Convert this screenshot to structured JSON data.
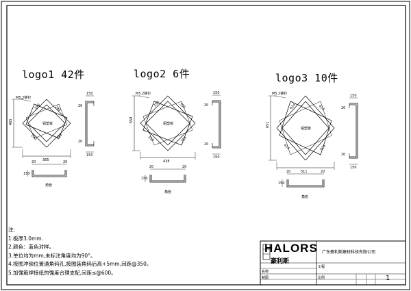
{
  "drawing": {
    "titles": [
      "logo1  42件",
      "logo2  6件",
      "logo3  10件"
    ],
    "notes_label": "注:",
    "notes": [
      "1.板厚3.0mm.",
      "2.颜色：蓝色对样。",
      "3.单位均为mm,未标注角度均为90°。",
      "4.按图冲铆位置通角码孔,按图装角码后高+5mm,间距@350。",
      "5.加强筋焊接纸的强度合理支配,间距≤@600。"
    ],
    "logo1": {
      "height": "465",
      "width": "365",
      "edges": [
        "290",
        "290",
        "290",
        "290"
      ],
      "note": "M5.2铆钉",
      "center": "铝塑板",
      "profile_top": "150",
      "profile_bottom": "150",
      "profile_gap_top": "20",
      "profile_gap_bottom": "20",
      "section_left": "150",
      "section_flange_l": "20",
      "section_flange_r": "20",
      "section_label": "角管"
    },
    "logo2": {
      "height": "558",
      "width": "438",
      "edges": [
        "355",
        "355",
        "355",
        "355"
      ],
      "note": "M5.2铆钉",
      "center": "铝塑板",
      "profile_top": "150",
      "profile_bottom": "150",
      "profile_gap_top": "20",
      "profile_gap_bottom": "20",
      "section_left": "150",
      "section_flange_l": "20",
      "section_flange_r": "20",
      "section_label": "角管"
    },
    "logo3": {
      "height": "651",
      "width": "511",
      "edges": [
        "414",
        "414",
        "414",
        "414"
      ],
      "note": "M5.2铆钉",
      "center": "铝塑板",
      "profile_top": "150",
      "profile_bottom": "150",
      "profile_gap_top": "20",
      "profile_gap_bottom": "20",
      "section_left": "150",
      "section_flange_l": "20",
      "section_flange_r": "20",
      "section_label": "角管"
    }
  },
  "title_block": {
    "brand": "HALORS",
    "brand_sub": "豪利斯",
    "company": "广东豪利斯建材科技有限公司",
    "field_project": "工程",
    "field_name": "名称",
    "field_drawn": "制图",
    "field_scale": "比例",
    "sheet": "1"
  }
}
